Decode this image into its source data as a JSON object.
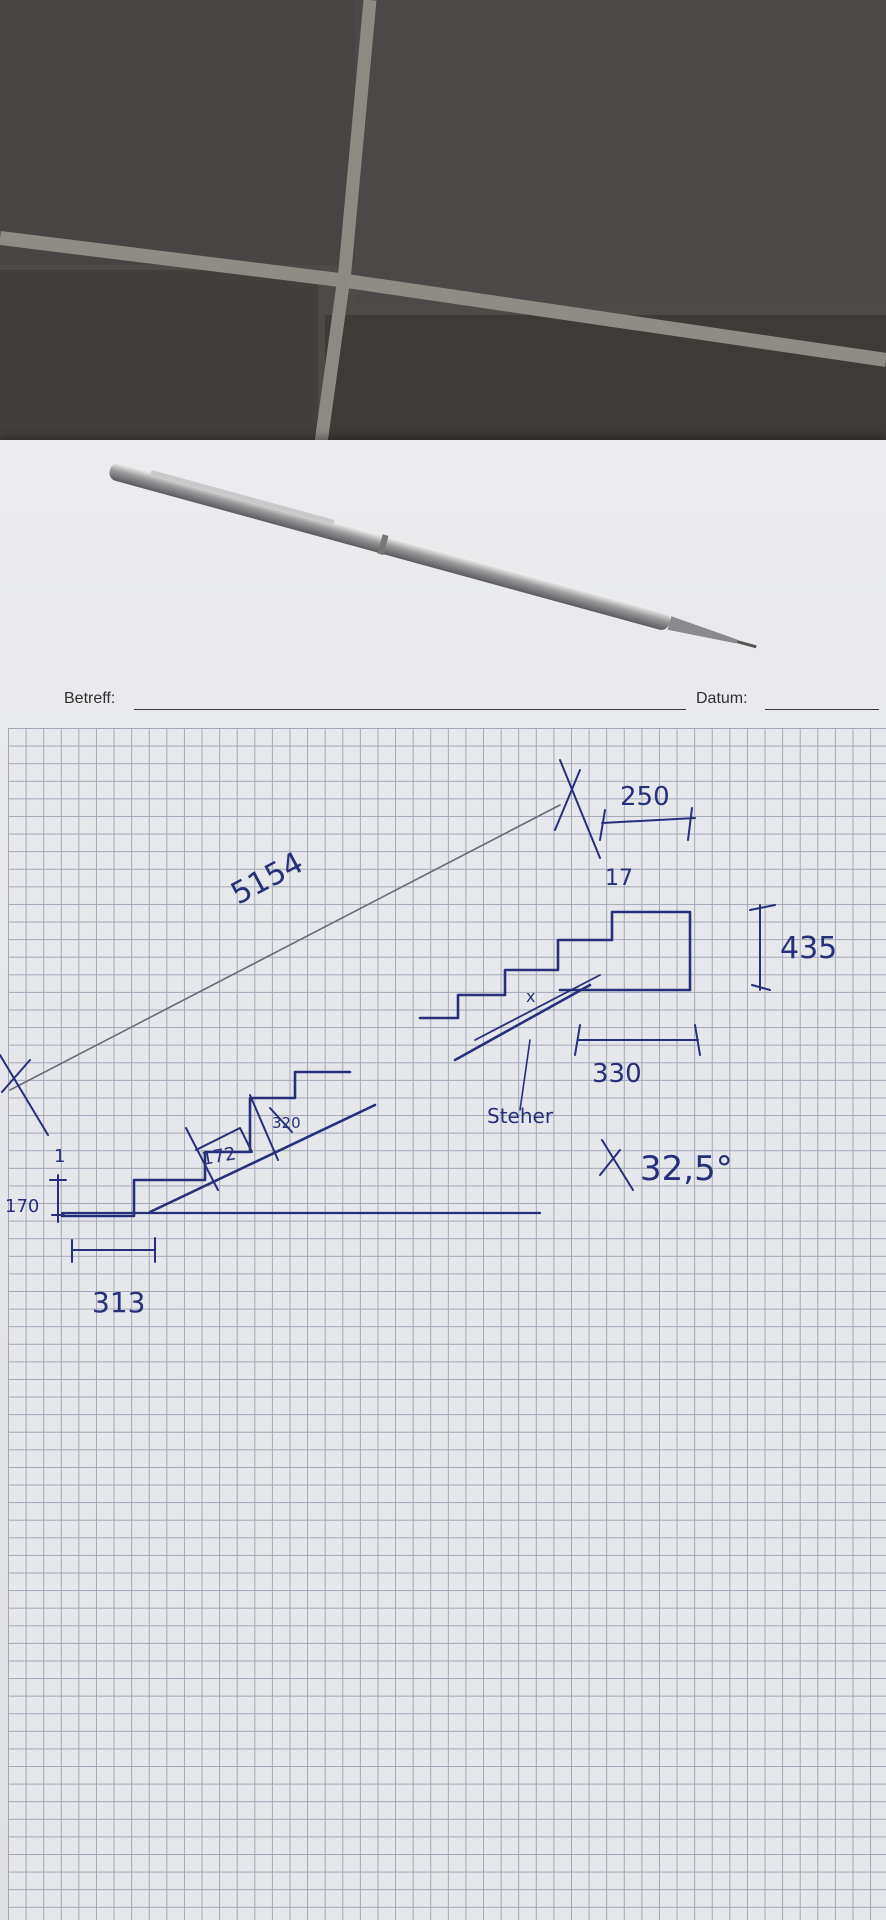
{
  "form": {
    "subject_label": "Betreff:",
    "date_label": "Datum:"
  },
  "sketch": {
    "ink_color": "#26307a",
    "pencil_color": "#6b6b78",
    "annotations": {
      "diagonal_length": "5154",
      "top_width": "250",
      "thickness": "17",
      "step_height": "435",
      "base_width": "330",
      "stair_label": "Steher",
      "angle": "32,5°",
      "riser_small": "172",
      "tread_small": "320",
      "riser_left": "170",
      "tick_one": "1",
      "going": "313",
      "cross_mark": "x"
    }
  }
}
